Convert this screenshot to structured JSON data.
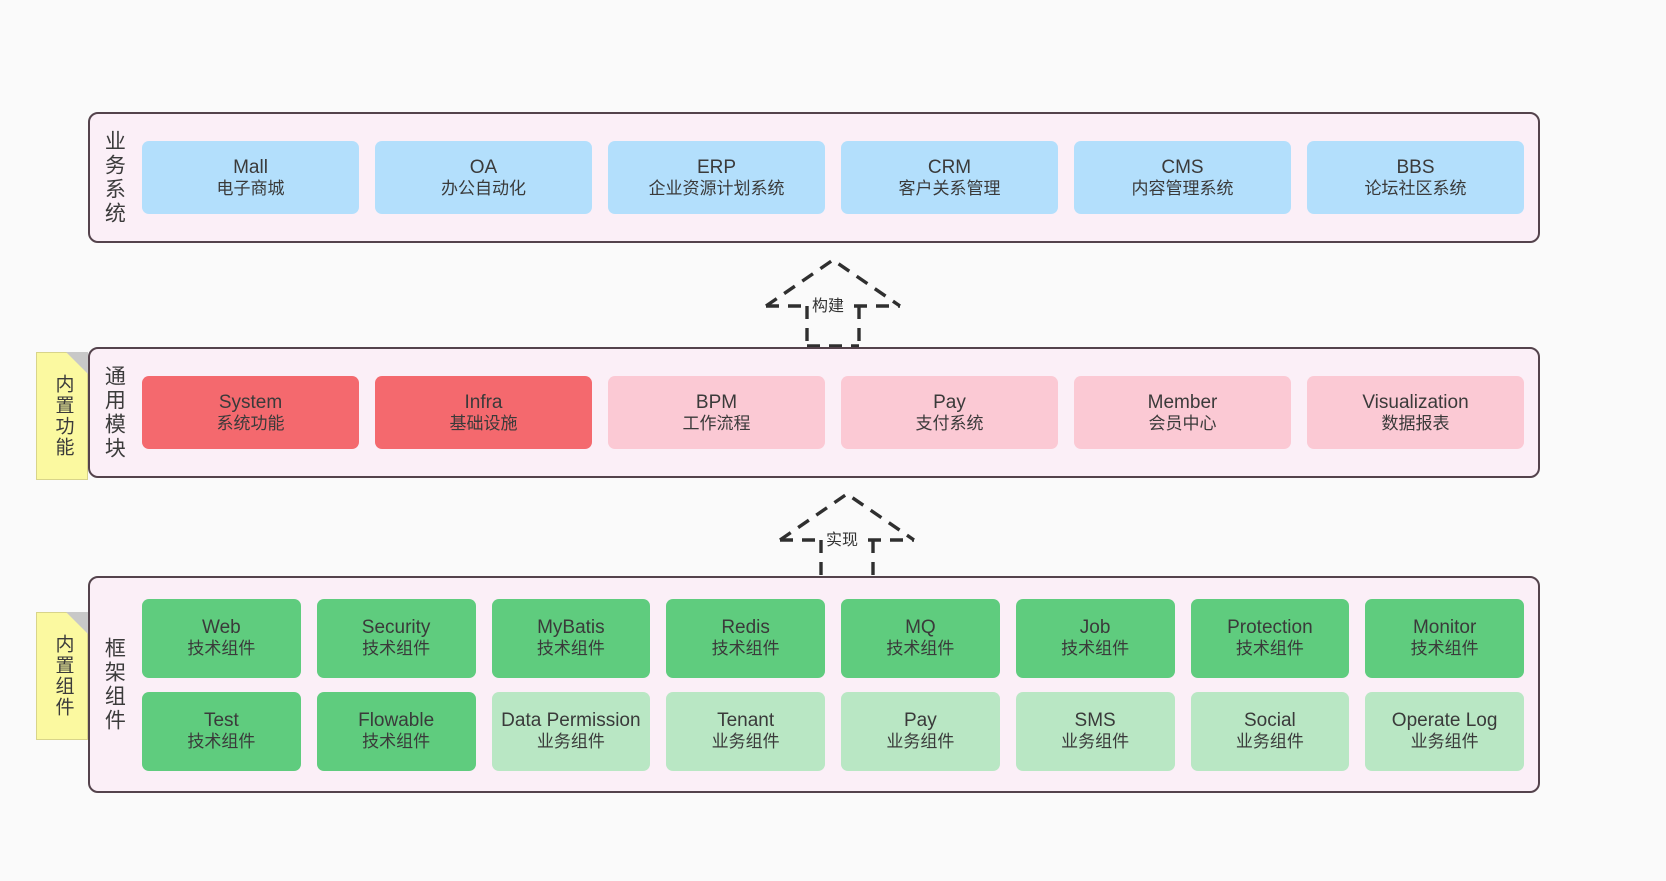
{
  "diagram": {
    "title": "yudao-cloud architecture layers",
    "background": "#fafafa",
    "layers": [
      {
        "id": "business",
        "label": "业务系统",
        "band_color": "#fbeff7",
        "border_color": "#54434c",
        "rows": [
          {
            "boxes": [
              {
                "name": "Mall",
                "sub": "电子商城",
                "color": "#b3dffc",
                "tone": "blue"
              },
              {
                "name": "OA",
                "sub": "办公自动化",
                "color": "#b3dffc",
                "tone": "blue"
              },
              {
                "name": "ERP",
                "sub": "企业资源计划系统",
                "color": "#b3dffc",
                "tone": "blue"
              },
              {
                "name": "CRM",
                "sub": "客户关系管理",
                "color": "#b3dffc",
                "tone": "blue"
              },
              {
                "name": "CMS",
                "sub": "内容管理系统",
                "color": "#b3dffc",
                "tone": "blue"
              },
              {
                "name": "BBS",
                "sub": "论坛社区系统",
                "color": "#b3dffc",
                "tone": "blue"
              }
            ]
          }
        ]
      },
      {
        "id": "common",
        "label": "通用模块",
        "band_color": "#fbeff7",
        "border_color": "#54434c",
        "note": {
          "label": "内置功能",
          "color": "#fbf9a0"
        },
        "rows": [
          {
            "boxes": [
              {
                "name": "System",
                "sub": "系统功能",
                "color": "#f4696e",
                "tone": "red"
              },
              {
                "name": "Infra",
                "sub": "基础设施",
                "color": "#f4696e",
                "tone": "red"
              },
              {
                "name": "BPM",
                "sub": "工作流程",
                "color": "#fbc9d4",
                "tone": "pink"
              },
              {
                "name": "Pay",
                "sub": "支付系统",
                "color": "#fbc9d4",
                "tone": "pink"
              },
              {
                "name": "Member",
                "sub": "会员中心",
                "color": "#fbc9d4",
                "tone": "pink"
              },
              {
                "name": "Visualization",
                "sub": "数据报表",
                "color": "#fbc9d4",
                "tone": "pink"
              }
            ]
          }
        ]
      },
      {
        "id": "framework",
        "label": "框架组件",
        "band_color": "#fbeff7",
        "border_color": "#54434c",
        "note": {
          "label": "内置组件",
          "color": "#fbf9a0"
        },
        "rows": [
          {
            "boxes": [
              {
                "name": "Web",
                "sub": "技术组件",
                "color": "#5fcc7e",
                "tone": "green"
              },
              {
                "name": "Security",
                "sub": "技术组件",
                "color": "#5fcc7e",
                "tone": "green"
              },
              {
                "name": "MyBatis",
                "sub": "技术组件",
                "color": "#5fcc7e",
                "tone": "green"
              },
              {
                "name": "Redis",
                "sub": "技术组件",
                "color": "#5fcc7e",
                "tone": "green"
              },
              {
                "name": "MQ",
                "sub": "技术组件",
                "color": "#5fcc7e",
                "tone": "green"
              },
              {
                "name": "Job",
                "sub": "技术组件",
                "color": "#5fcc7e",
                "tone": "green"
              },
              {
                "name": "Protection",
                "sub": "技术组件",
                "color": "#5fcc7e",
                "tone": "green"
              },
              {
                "name": "Monitor",
                "sub": "技术组件",
                "color": "#5fcc7e",
                "tone": "green"
              }
            ]
          },
          {
            "boxes": [
              {
                "name": "Test",
                "sub": "技术组件",
                "color": "#5fcc7e",
                "tone": "green"
              },
              {
                "name": "Flowable",
                "sub": "技术组件",
                "color": "#5fcc7e",
                "tone": "green"
              },
              {
                "name": "Data Permission",
                "sub": "业务组件",
                "color": "#b9e7c4",
                "tone": "lightgreen"
              },
              {
                "name": "Tenant",
                "sub": "业务组件",
                "color": "#b9e7c4",
                "tone": "lightgreen"
              },
              {
                "name": "Pay",
                "sub": "业务组件",
                "color": "#b9e7c4",
                "tone": "lightgreen"
              },
              {
                "name": "SMS",
                "sub": "业务组件",
                "color": "#b9e7c4",
                "tone": "lightgreen"
              },
              {
                "name": "Social",
                "sub": "业务组件",
                "color": "#b9e7c4",
                "tone": "lightgreen"
              },
              {
                "name": "Operate Log",
                "sub": "业务组件",
                "color": "#b9e7c4",
                "tone": "lightgreen"
              }
            ]
          }
        ]
      }
    ],
    "connectors": [
      {
        "id": "build",
        "label": "构建",
        "from": "common",
        "to": "business",
        "style": "dashed-hollow-triangle"
      },
      {
        "id": "realize",
        "label": "实现",
        "from": "framework",
        "to": "common",
        "style": "dashed-hollow-triangle"
      }
    ]
  }
}
